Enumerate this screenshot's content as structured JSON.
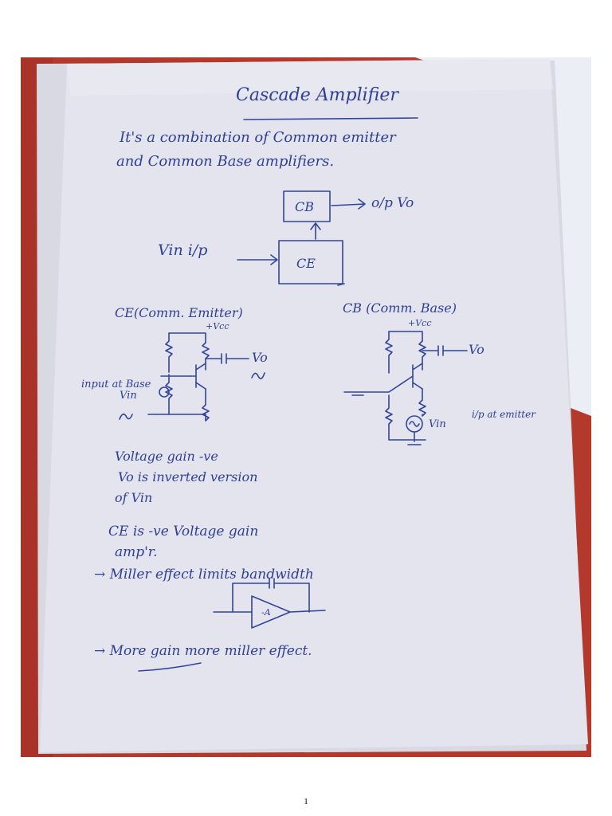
{
  "colors": {
    "background_fabric": "#b2392c",
    "paper": "#e3e4ed",
    "ink": "#33459b"
  },
  "notes": {
    "title": "Cascade Amplifier",
    "intro_line1": "It's a combination of Common emitter",
    "intro_line2": "and Common Base amplifiers.",
    "block_cb": "CB",
    "block_ce": "CE",
    "output_label": "o/p Vo",
    "input_label": "Vin i/p",
    "ce_heading": "CE(Comm. Emitter)",
    "cb_heading": "CB (Comm. Base)",
    "ce_vcc": "+Vcc",
    "cb_vcc": "+Vcc",
    "ce_vo": "Vo",
    "cb_vo": "Vo",
    "ce_input_note": "input at Base",
    "ce_vin": "Vin",
    "cb_vin": "Vin",
    "cb_input_note": "i/p at emitter",
    "gain_line1": "Voltage gain -ve",
    "gain_line2": "Vo is inverted version",
    "gain_line3": "of Vin",
    "ce_line1": "CE is -ve Voltage gain",
    "ce_line2": "amp'r.",
    "miller_line": "→ Miller effect limits bandwidth",
    "opamp_label": "-A",
    "final_line": "→ More gain more miller effect."
  },
  "page_number": "1"
}
